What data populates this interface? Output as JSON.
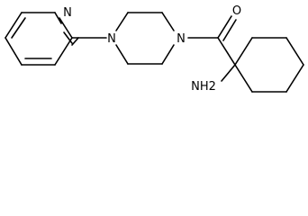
{
  "colors": {
    "background": "#ffffff",
    "bond": "#000000",
    "text": "#000000"
  },
  "atom_labels": {
    "pyridine_nitrogen": "N",
    "piperazine_nitrogen_left": "N",
    "piperazine_nitrogen_right": "N",
    "carbonyl_oxygen": "O",
    "amine": "NH2"
  }
}
